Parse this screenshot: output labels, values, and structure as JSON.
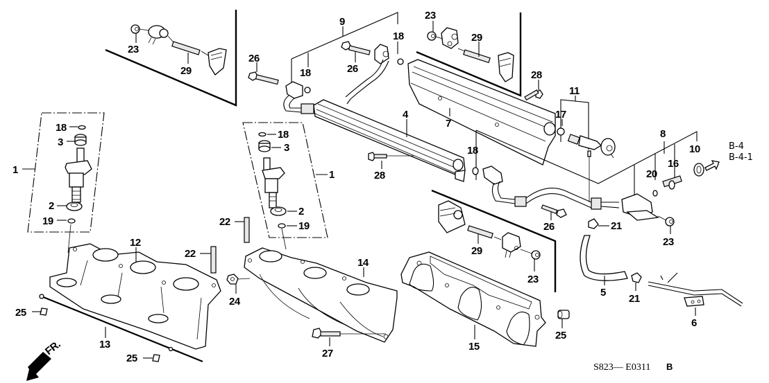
{
  "diagram": {
    "title": "Fuel rail / injector / intake manifold exploded view",
    "diagram_code": "S823— E0311",
    "diagram_code_suffix": "B",
    "direction_marker": "FR.",
    "cross_refs": [
      "B-4",
      "B-4-1"
    ],
    "callouts": {
      "c1a": "1",
      "c1b": "1",
      "c2a": "2",
      "c2b": "2",
      "c3a": "3",
      "c3b": "3",
      "c4": "4",
      "c5": "5",
      "c6": "6",
      "c7": "7",
      "c8": "8",
      "c9": "9",
      "c10": "10",
      "c11": "11",
      "c12": "12",
      "c13": "13",
      "c14": "14",
      "c15": "15",
      "c16": "16",
      "c17": "17",
      "c18a": "18",
      "c18b": "18",
      "c18c": "18",
      "c18d": "18",
      "c18e": "18",
      "c19a": "19",
      "c19b": "19",
      "c20": "20",
      "c21a": "21",
      "c21b": "21",
      "c22a": "22",
      "c22b": "22",
      "c23a": "23",
      "c23b": "23",
      "c23c": "23",
      "c23d": "23",
      "c24": "24",
      "c25a": "25",
      "c25b": "25",
      "c25c": "25",
      "c26a": "26",
      "c26b": "26",
      "c26c": "26",
      "c27": "27",
      "c28a": "28",
      "c28b": "28",
      "c29a": "29",
      "c29b": "29",
      "c29c": "29"
    }
  }
}
